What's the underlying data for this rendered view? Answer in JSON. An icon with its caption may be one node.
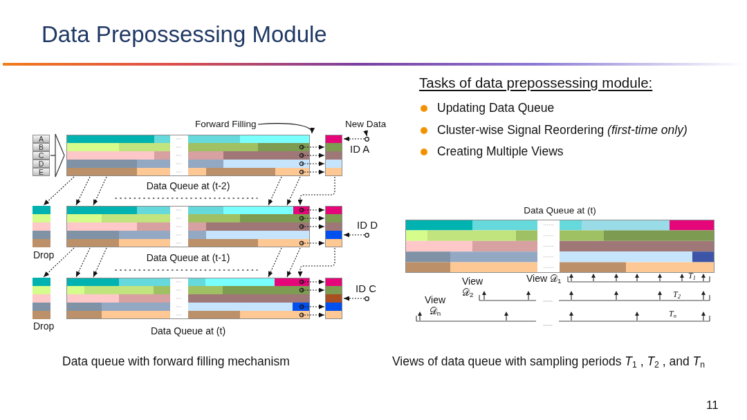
{
  "diagram": {
    "title": "Data Prepossessing Module",
    "nodes": [
      {
        "text": [
          "Forward Filling"
        ]
      },
      {
        "text": [
          "New Data"
        ]
      },
      {
        "text": [
          "A"
        ]
      },
      {
        "text": [
          "B"
        ]
      },
      {
        "text": [
          "C"
        ]
      },
      {
        "text": [
          "D"
        ]
      },
      {
        "text": [
          "E"
        ]
      },
      {
        "text": [],
        "shape": "box",
        "beside": [
          "Data Queue at (t-2)"
        ]
      },
      {
        "text": [],
        "shape": "box"
      },
      {
        "text": [],
        "shape": "box",
        "beside": [
          "Drop"
        ]
      },
      {
        "text": [],
        "shape": "box",
        "beside": [
          "Data Queue at (t-1)"
        ]
      },
      {
        "text": [],
        "shape": "box"
      },
      {
        "text": [],
        "shape": "box",
        "beside": [
          "Drop"
        ]
      },
      {
        "text": [],
        "shape": "box",
        "beside": [
          "Data Queue at (t)"
        ]
      },
      {
        "text": [],
        "shape": "box"
      },
      {
        "text": [],
        "shape": "box",
        "beside": [
          "Data Queue at (t)"
        ]
      },
      {
        "text": [],
        "shape": "circle"
      },
      {
        "text": [],
        "shape": "circle"
      },
      {
        "text": [],
        "shape": "circle"
      }
    ],
    "edges": [
      {
        "from": 0,
        "to": 7,
        "arrow": "to"
      },
      {
        "from": 1,
        "to": 16,
        "arrow": "to"
      },
      {
        "from": 4,
        "to": 7,
        "arrow": "to"
      },
      {
        "from": 16,
        "to": 8,
        "arrow": "to",
        "style": "dashed",
        "label": "ID A"
      },
      {
        "from": 7,
        "to": 8,
        "arrow": "to",
        "style": "dashed"
      },
      {
        "from": 7,
        "to": 8,
        "arrow": "to",
        "style": "dashed"
      },
      {
        "from": 7,
        "to": 8,
        "arrow": "to",
        "style": "dashed"
      },
      {
        "from": 7,
        "to": 8,
        "arrow": "to",
        "style": "dashed"
      },
      {
        "from": 7,
        "to": 9,
        "arrow": "to",
        "style": "dashed"
      },
      {
        "from": 7,
        "to": 10,
        "arrow": "to",
        "style": "dashed"
      },
      {
        "from": 7,
        "to": 10,
        "arrow": "to",
        "style": "dashed"
      },
      {
        "from": 7,
        "to": 10,
        "arrow": "to",
        "style": "dashed"
      },
      {
        "from": 7,
        "to": 10,
        "arrow": "to",
        "style": "dashed"
      },
      {
        "from": 8,
        "to": 10,
        "arrow": "to",
        "style": "dashed"
      },
      {
        "from": 10,
        "to": 11,
        "arrow": "to",
        "style": "dashed"
      },
      {
        "from": 10,
        "to": 11,
        "arrow": "to",
        "style": "dashed"
      },
      {
        "from": 10,
        "to": 11,
        "arrow": "to",
        "style": "dashed"
      },
      {
        "from": 10,
        "to": 11,
        "arrow": "to",
        "style": "dashed"
      },
      {
        "from": 17,
        "to": 11,
        "arrow": "to",
        "style": "dashed",
        "label": "ID D"
      },
      {
        "from": 10,
        "to": 12,
        "arrow": "to",
        "style": "dashed"
      },
      {
        "from": 10,
        "to": 13,
        "arrow": "to",
        "style": "dashed"
      },
      {
        "from": 10,
        "to": 13,
        "arrow": "to",
        "style": "dashed"
      },
      {
        "from": 10,
        "to": 13,
        "arrow": "to",
        "style": "dashed"
      },
      {
        "from": 10,
        "to": 13,
        "arrow": "to",
        "style": "dashed"
      },
      {
        "from": 11,
        "to": 13,
        "arrow": "to",
        "style": "dashed"
      },
      {
        "from": 13,
        "to": 14,
        "arrow": "to",
        "style": "dashed"
      },
      {
        "from": 13,
        "to": 14,
        "arrow": "to",
        "style": "dashed"
      },
      {
        "from": 13,
        "to": 14,
        "arrow": "to",
        "style": "dashed"
      },
      {
        "from": 13,
        "to": 14,
        "arrow": "to",
        "style": "dashed"
      },
      {
        "from": 18,
        "to": 14,
        "arrow": "to",
        "style": "dashed",
        "label": "ID C"
      }
    ],
    "labels": [
      "Tasks of data prepossessing module:",
      "Updating Data Queue",
      "Cluster-wise Signal Reordering *(first-time only)*",
      "Creating Multiple Views",
      "View 𝒟$_{1}$",
      "T$_{1}$",
      "View 𝒟$_{2}$",
      "T$_{2}$",
      "View 𝒟$_{n}$",
      "T$_{n}$",
      "Data queue with forward filling mechanism",
      "Views of data queue with sampling periods *T*$_{1}$ , *T*$_{2}$ , and *T*$_{n}$",
      "11"
    ]
  }
}
